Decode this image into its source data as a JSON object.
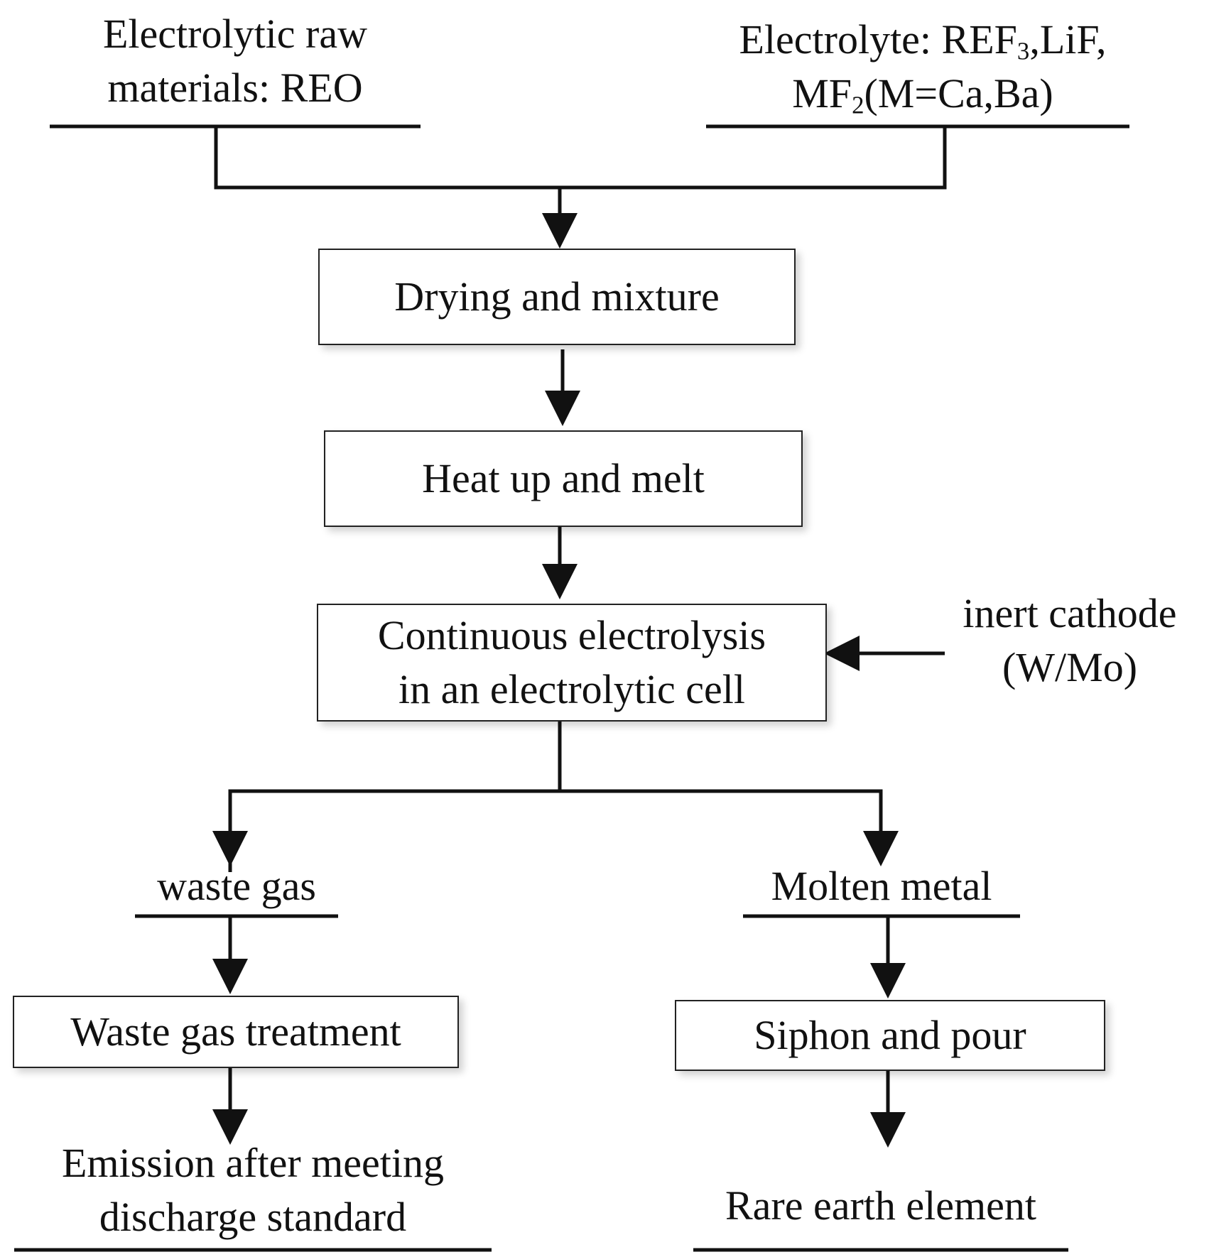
{
  "inputs": {
    "raw_materials": {
      "line1": "Electrolytic raw",
      "line2": "materials: REO"
    },
    "electrolyte": {
      "line1_prefix": "Electrolyte: REF",
      "line1_sub": "3",
      "line1_suffix": ",LiF,",
      "line2_prefix": "MF",
      "line2_sub": "2",
      "line2_suffix": "(M=Ca,Ba)"
    }
  },
  "steps": {
    "drying": "Drying and mixture",
    "heat": "Heat up and melt",
    "electrolysis": {
      "line1": "Continuous electrolysis",
      "line2": "in an electrolytic cell"
    },
    "waste_treatment": "Waste gas treatment",
    "siphon": "Siphon and pour"
  },
  "side_input": {
    "line1": "inert cathode",
    "line2": "(W/Mo)"
  },
  "outputs": {
    "waste_gas": "waste gas",
    "molten_metal": "Molten metal",
    "emission": {
      "line1": "Emission after meeting",
      "line2": "discharge standard"
    },
    "rare_earth": "Rare earth element"
  }
}
